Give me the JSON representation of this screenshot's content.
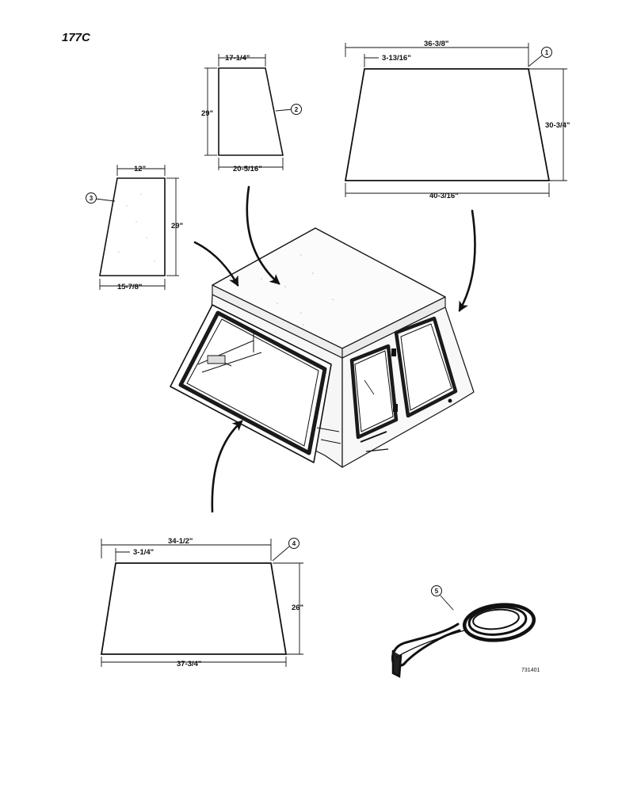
{
  "page_id": "177C",
  "drawing_number": "731401",
  "parts": [
    {
      "callout": "1",
      "dims": {
        "top": "36-3/8\"",
        "offset": "3-13/16\"",
        "height": "30-3/4\"",
        "bottom": "40-3/16\""
      }
    },
    {
      "callout": "2",
      "dims": {
        "top": "17-1/4\"",
        "height": "29\"",
        "bottom": "20-5/16\""
      }
    },
    {
      "callout": "3",
      "dims": {
        "top": "12\"",
        "height": "29\"",
        "bottom": "15-7/8\""
      }
    },
    {
      "callout": "4",
      "dims": {
        "top": "34-1/2\"",
        "offset": "3-1/4\"",
        "height": "26\"",
        "bottom": "37-3/4\""
      }
    },
    {
      "callout": "5"
    }
  ]
}
